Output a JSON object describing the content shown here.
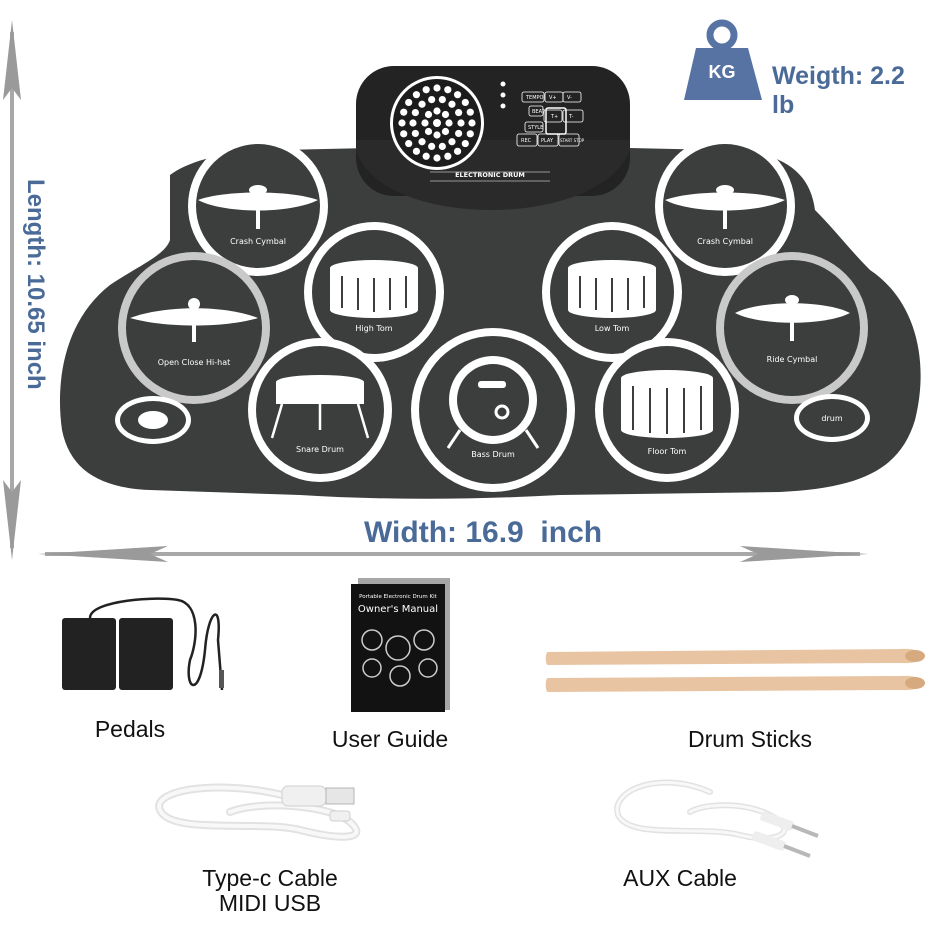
{
  "weight": {
    "unit_badge": "KG",
    "label": "Weigth: 2.2 lb"
  },
  "dimensions": {
    "length": "Length: 10.65 inch",
    "width": "Width: 16.9  inch"
  },
  "drum_kit": {
    "panel_title": "ELECTRONIC DRUM",
    "panel_buttons": [
      "TEMPO",
      "BEAT",
      "STYLE",
      "V+",
      "V-",
      "T+",
      "T-",
      "REC",
      "PLAY",
      "START STOP"
    ],
    "pads": {
      "crash_left": "Crash Cymbal",
      "crash_right": "Crash Cymbal",
      "high_tom": "High Tom",
      "low_tom": "Low Tom",
      "open_close_hihat": "Open Close Hi-hat",
      "ride_cymbal": "Ride Cymbal",
      "snare_drum": "Snare Drum",
      "bass_drum": "Bass Drum",
      "floor_tom": "Floor Tom",
      "small_right": "drum"
    }
  },
  "manual": {
    "small_title": "Portable Electronic Drum Kit",
    "title": "Owner's Manual"
  },
  "accessories": {
    "pedals": "Pedals",
    "user_guide": "User Guide",
    "drum_sticks": "Drum Sticks",
    "type_c_line1": "Type-c Cable",
    "type_c_line2": "MIDI USB",
    "aux_cable": "AUX Cable"
  },
  "colors": {
    "dimension_text": "#4a6a98",
    "drum_body": "#3b3e3d",
    "panel": "#232323",
    "stick": "#e8c4a2"
  }
}
